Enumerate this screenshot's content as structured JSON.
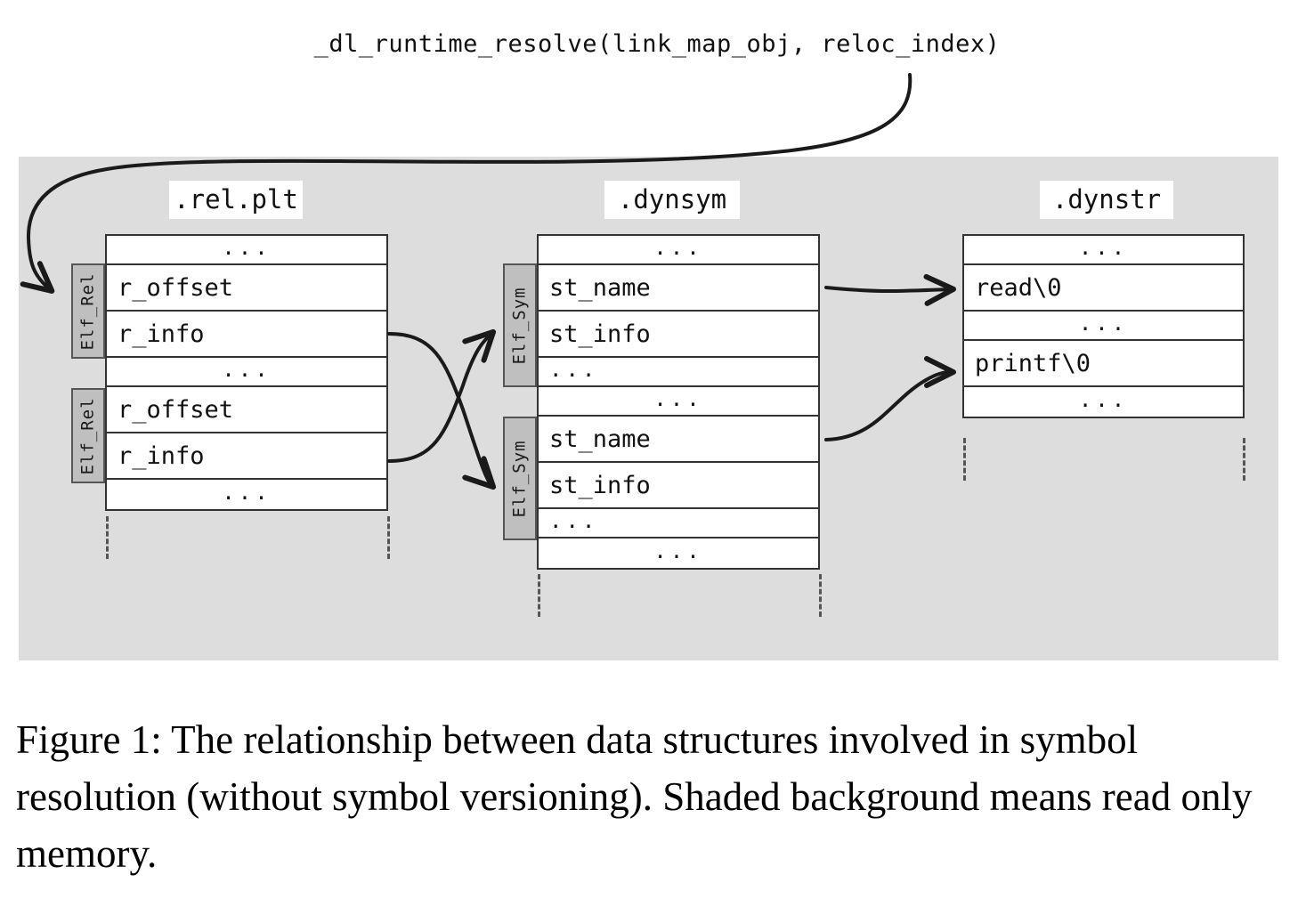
{
  "figure": {
    "call_label": "_dl_runtime_resolve(link_map_obj, reloc_index)",
    "caption": "Figure 1: The relationship between data structures involved in symbol resolution (without symbol versioning). Shaded background means read only memory.",
    "shaded_meaning": "read only memory",
    "colors": {
      "shaded_background": "#dddddd",
      "table_border": "#333333",
      "struct_tab_fill": "#bfbfbf",
      "struct_tab_border": "#555555",
      "arrow_stroke": "#1a1a1a",
      "page_background": "#ffffff",
      "text": "#111111"
    }
  },
  "sections": {
    "relplt": {
      "title": ".rel.plt",
      "rows": [
        {
          "text": "...",
          "kind": "ellipsis-center"
        },
        {
          "text": "r_offset",
          "kind": "field"
        },
        {
          "text": "r_info",
          "kind": "field"
        },
        {
          "text": "...",
          "kind": "ellipsis-center"
        },
        {
          "text": "r_offset",
          "kind": "field"
        },
        {
          "text": "r_info",
          "kind": "field"
        },
        {
          "text": "...",
          "kind": "ellipsis-center"
        }
      ],
      "struct_tabs": [
        {
          "label": "Elf_Rel"
        },
        {
          "label": "Elf_Rel"
        }
      ]
    },
    "dynsym": {
      "title": ".dynsym",
      "rows": [
        {
          "text": "...",
          "kind": "ellipsis-center"
        },
        {
          "text": "st_name",
          "kind": "field"
        },
        {
          "text": "st_info",
          "kind": "field"
        },
        {
          "text": "...",
          "kind": "ellipsis-left"
        },
        {
          "text": "...",
          "kind": "ellipsis-center"
        },
        {
          "text": "st_name",
          "kind": "field"
        },
        {
          "text": "st_info",
          "kind": "field"
        },
        {
          "text": "...",
          "kind": "ellipsis-left"
        },
        {
          "text": "...",
          "kind": "ellipsis-center"
        }
      ],
      "struct_tabs": [
        {
          "label": "Elf_Sym"
        },
        {
          "label": "Elf_Sym"
        }
      ]
    },
    "dynstr": {
      "title": ".dynstr",
      "rows": [
        {
          "text": "...",
          "kind": "ellipsis-center"
        },
        {
          "text": "read\\0",
          "kind": "field"
        },
        {
          "text": "...",
          "kind": "ellipsis-center"
        },
        {
          "text": "printf\\0",
          "kind": "field"
        },
        {
          "text": "...",
          "kind": "ellipsis-center"
        }
      ]
    }
  },
  "arrows": [
    {
      "name": "dl-runtime-resolve-to-first-elf-rel",
      "from": "_dl_runtime_resolve label",
      "to": ".rel.plt first Elf_Rel"
    },
    {
      "name": "rel1-rinfo-to-sym2",
      "from": ".rel.plt first r_info",
      "to": ".dynsym second Elf_Sym"
    },
    {
      "name": "rel2-rinfo-to-sym1",
      "from": ".rel.plt second r_info",
      "to": ".dynsym first Elf_Sym"
    },
    {
      "name": "sym1-stname-to-read",
      "from": ".dynsym first st_name",
      "to": ".dynstr read\\0"
    },
    {
      "name": "sym2-stname-to-printf",
      "from": ".dynsym second st_name",
      "to": ".dynstr printf\\0"
    }
  ]
}
